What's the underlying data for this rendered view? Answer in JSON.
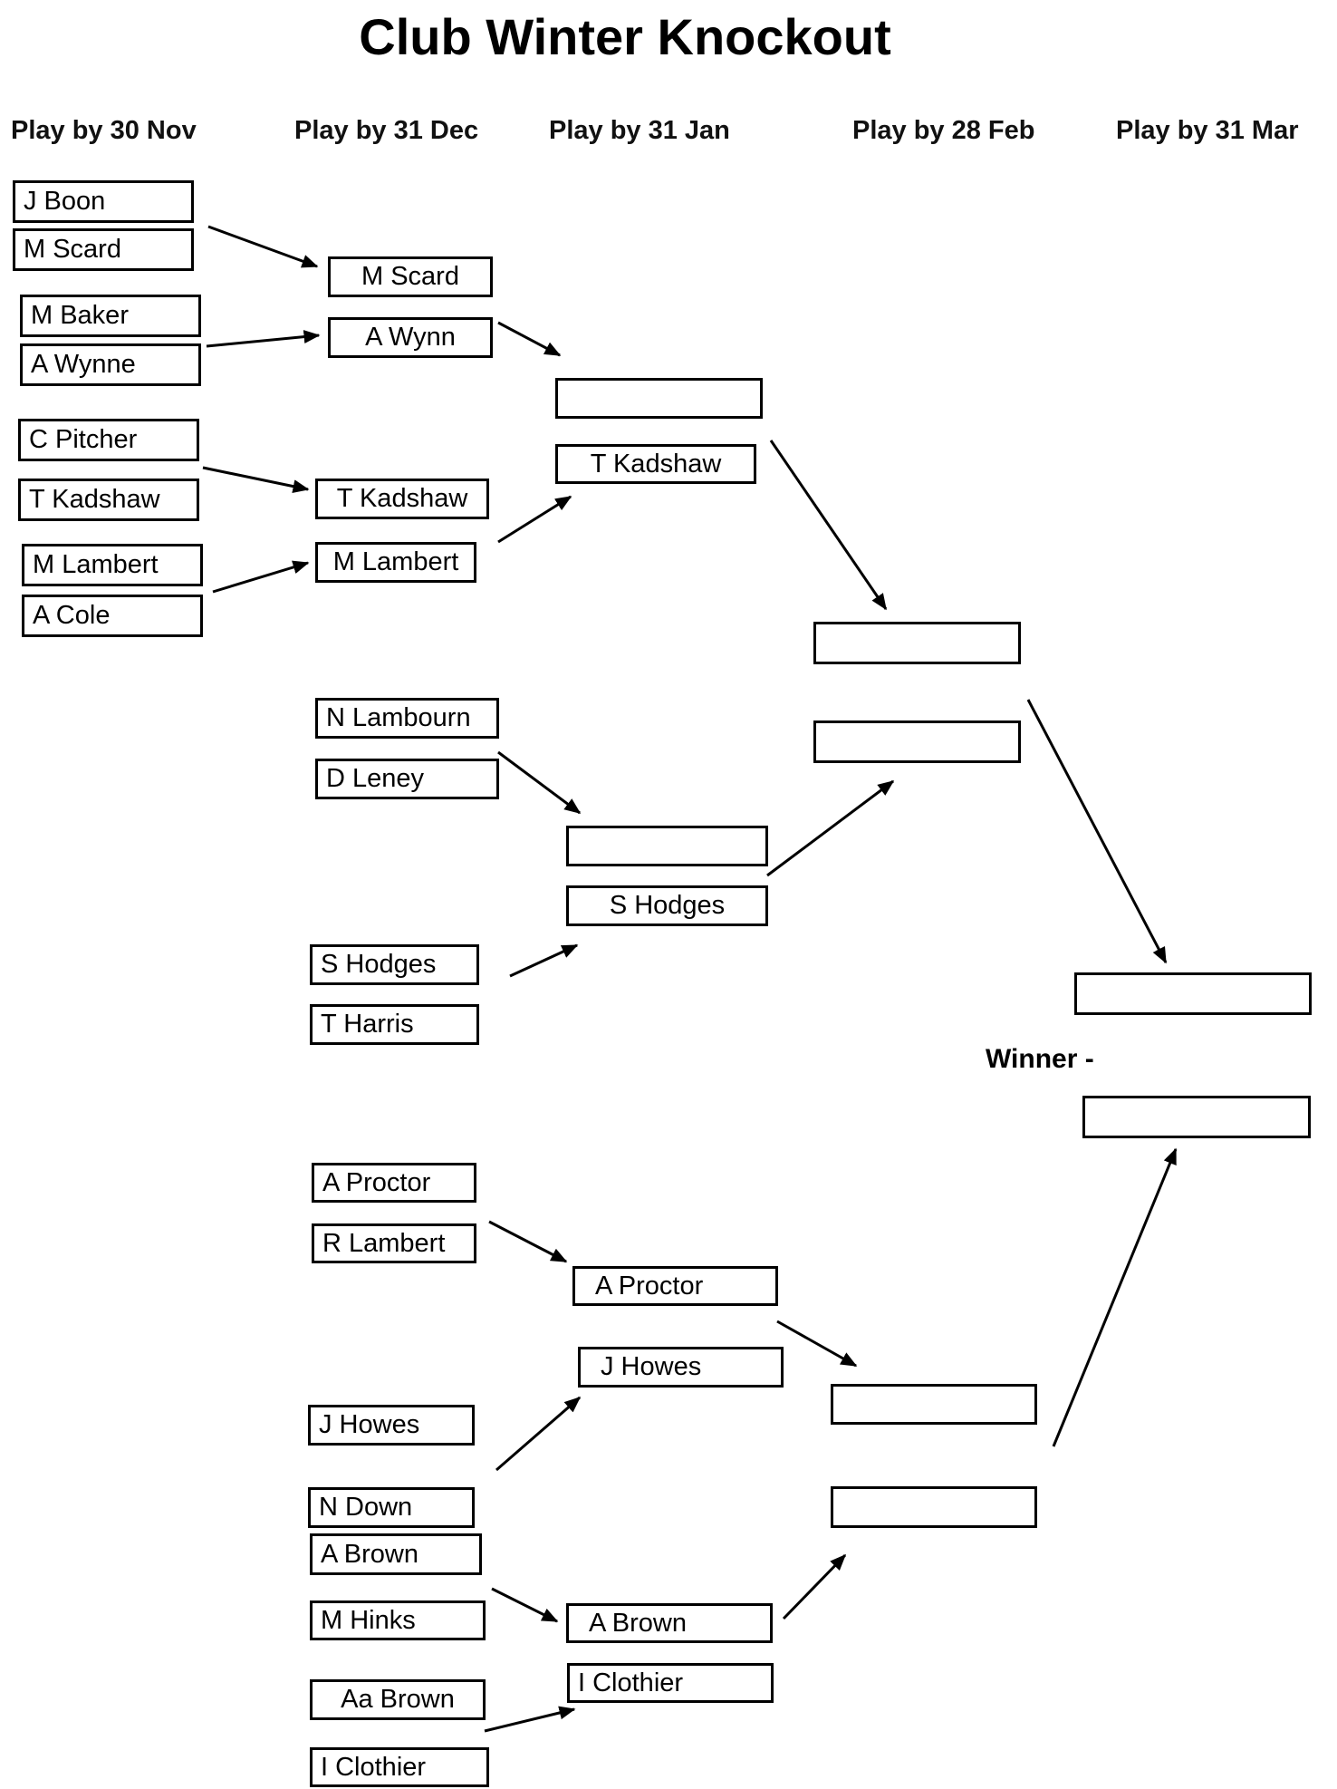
{
  "title": "Club Winter Knockout",
  "headers": [
    "Play by 30 Nov",
    "Play by 31 Dec",
    "Play by 31 Jan",
    "Play by 28 Feb",
    "Play by 31 Mar"
  ],
  "winner_label": "Winner -",
  "bracket": {
    "col1": [
      "J Boon",
      "M Scard",
      "M Baker",
      "A Wynne",
      "C Pitcher",
      "T Kadshaw",
      "M Lambert",
      "A Cole"
    ],
    "col2": [
      "M Scard",
      "A Wynn",
      "T Kadshaw",
      "M Lambert",
      "N Lambourn",
      "D Leney",
      "S Hodges",
      "T Harris",
      "A Proctor",
      "R Lambert",
      "J Howes",
      "N Down",
      "A Brown",
      "M Hinks",
      "Aa Brown",
      "I Clothier"
    ],
    "col3": [
      "",
      "T Kadshaw",
      "",
      "S Hodges",
      "A Proctor",
      "J Howes",
      "A Brown",
      "I Clothier"
    ],
    "col4": [
      "",
      "",
      "",
      ""
    ],
    "col5": [
      "",
      ""
    ]
  },
  "colors": {
    "ink": "#000000",
    "background": "#ffffff"
  }
}
